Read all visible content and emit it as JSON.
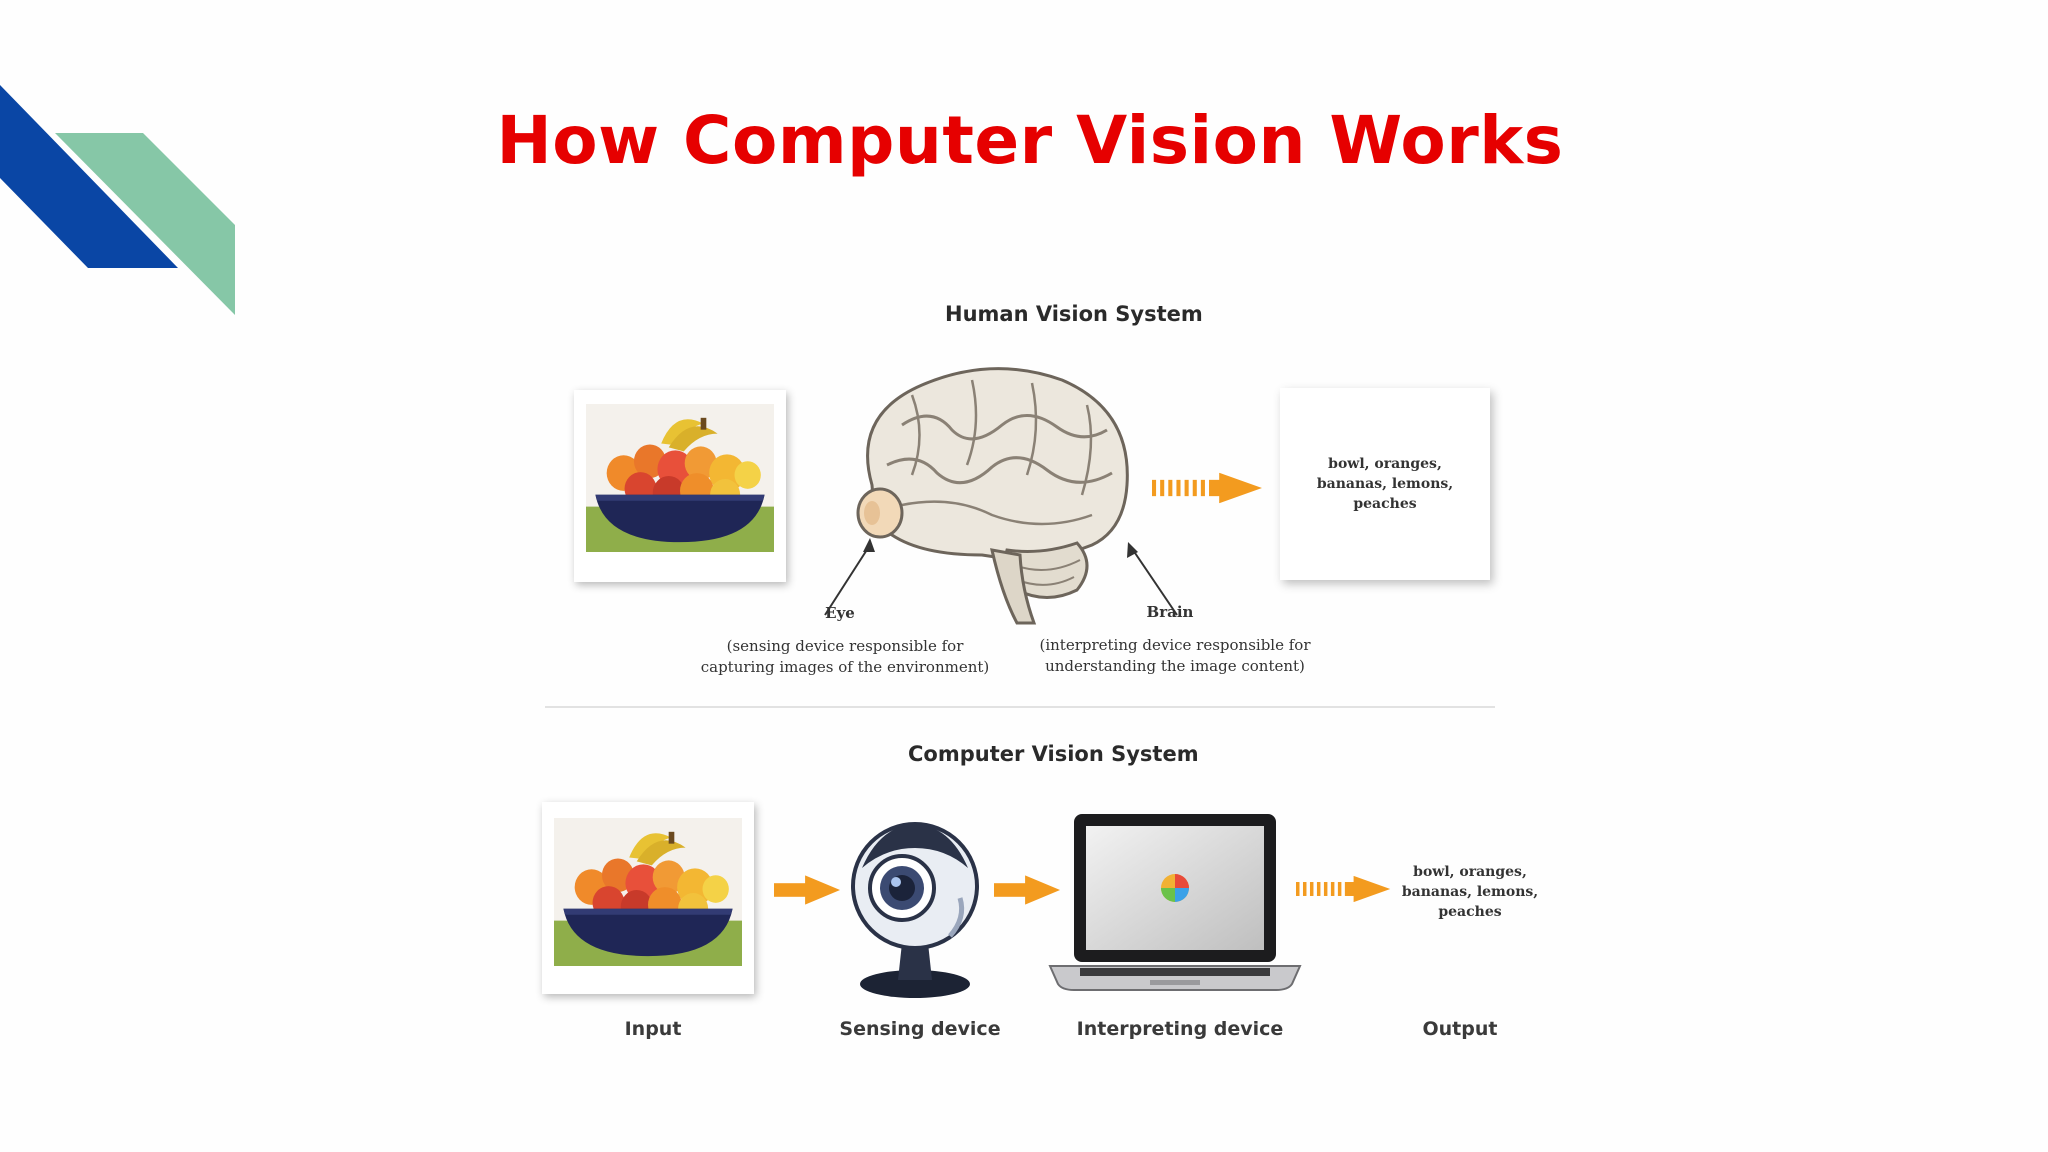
{
  "title": "How Computer Vision Works",
  "colors": {
    "title": "#e60000",
    "deco_blue": "#0a46a5",
    "deco_green": "#86c7a7",
    "arrow": "#f39b1f"
  },
  "human": {
    "heading": "Human Vision System",
    "output_lines": [
      "bowl, oranges,",
      "bananas, lemons,",
      "peaches"
    ],
    "eye_label": "Eye",
    "eye_desc": [
      "(sensing device responsible for",
      "capturing images of the environment)"
    ],
    "brain_label": "Brain",
    "brain_desc": [
      "(interpreting device responsible for",
      "understanding the image content)"
    ]
  },
  "computer": {
    "heading": "Computer Vision System",
    "output_lines": [
      "bowl, oranges,",
      "bananas, lemons,",
      "peaches"
    ],
    "captions": {
      "input": "Input",
      "sensing": "Sensing device",
      "interpreting": "Interpreting device",
      "output": "Output"
    }
  },
  "icons": {
    "fruit_photo": "fruit-bowl-photo",
    "brain": "brain-illustration",
    "webcam": "webcam-icon",
    "laptop": "laptop-icon",
    "arrow": "arrow-right-icon"
  }
}
